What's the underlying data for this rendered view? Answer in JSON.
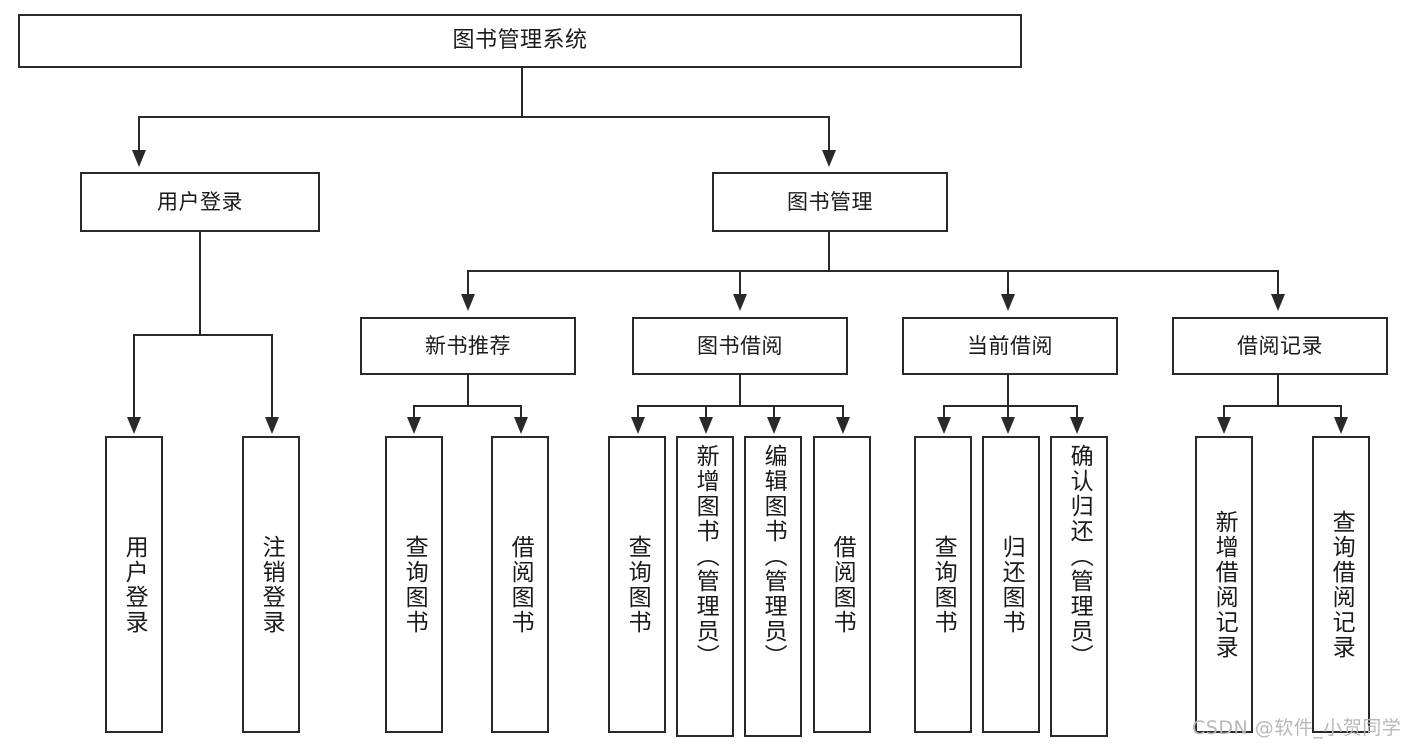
{
  "diagram": {
    "title": "图书管理系统",
    "type": "tree",
    "root": {
      "label": "图书管理系统"
    },
    "level2": [
      {
        "label": "用户登录"
      },
      {
        "label": "图书管理"
      }
    ],
    "level3": [
      {
        "label": "新书推荐"
      },
      {
        "label": "图书借阅"
      },
      {
        "label": "当前借阅"
      },
      {
        "label": "借阅记录"
      }
    ],
    "leaves": {
      "user_login": [
        {
          "label": "用户登录"
        },
        {
          "label": "注销登录"
        }
      ],
      "new_book_recommend": [
        {
          "label": "查询图书"
        },
        {
          "label": "借阅图书"
        }
      ],
      "book_borrow": [
        {
          "label": "查询图书"
        },
        {
          "label": "新增图书（管理员）"
        },
        {
          "label": "编辑图书（管理员）"
        },
        {
          "label": "借阅图书"
        }
      ],
      "current_borrow": [
        {
          "label": "查询图书"
        },
        {
          "label": "归还图书"
        },
        {
          "label": "确认归还（管理员）"
        }
      ],
      "borrow_record": [
        {
          "label": "新增借阅记录"
        },
        {
          "label": "查询借阅记录"
        }
      ]
    }
  },
  "watermark": {
    "text": "CSDN @软件_小贺同学"
  },
  "colors": {
    "stroke": "#27292b",
    "background": "#ffffff",
    "text": "#1a1a1a",
    "watermark": "#b6b8ba"
  }
}
